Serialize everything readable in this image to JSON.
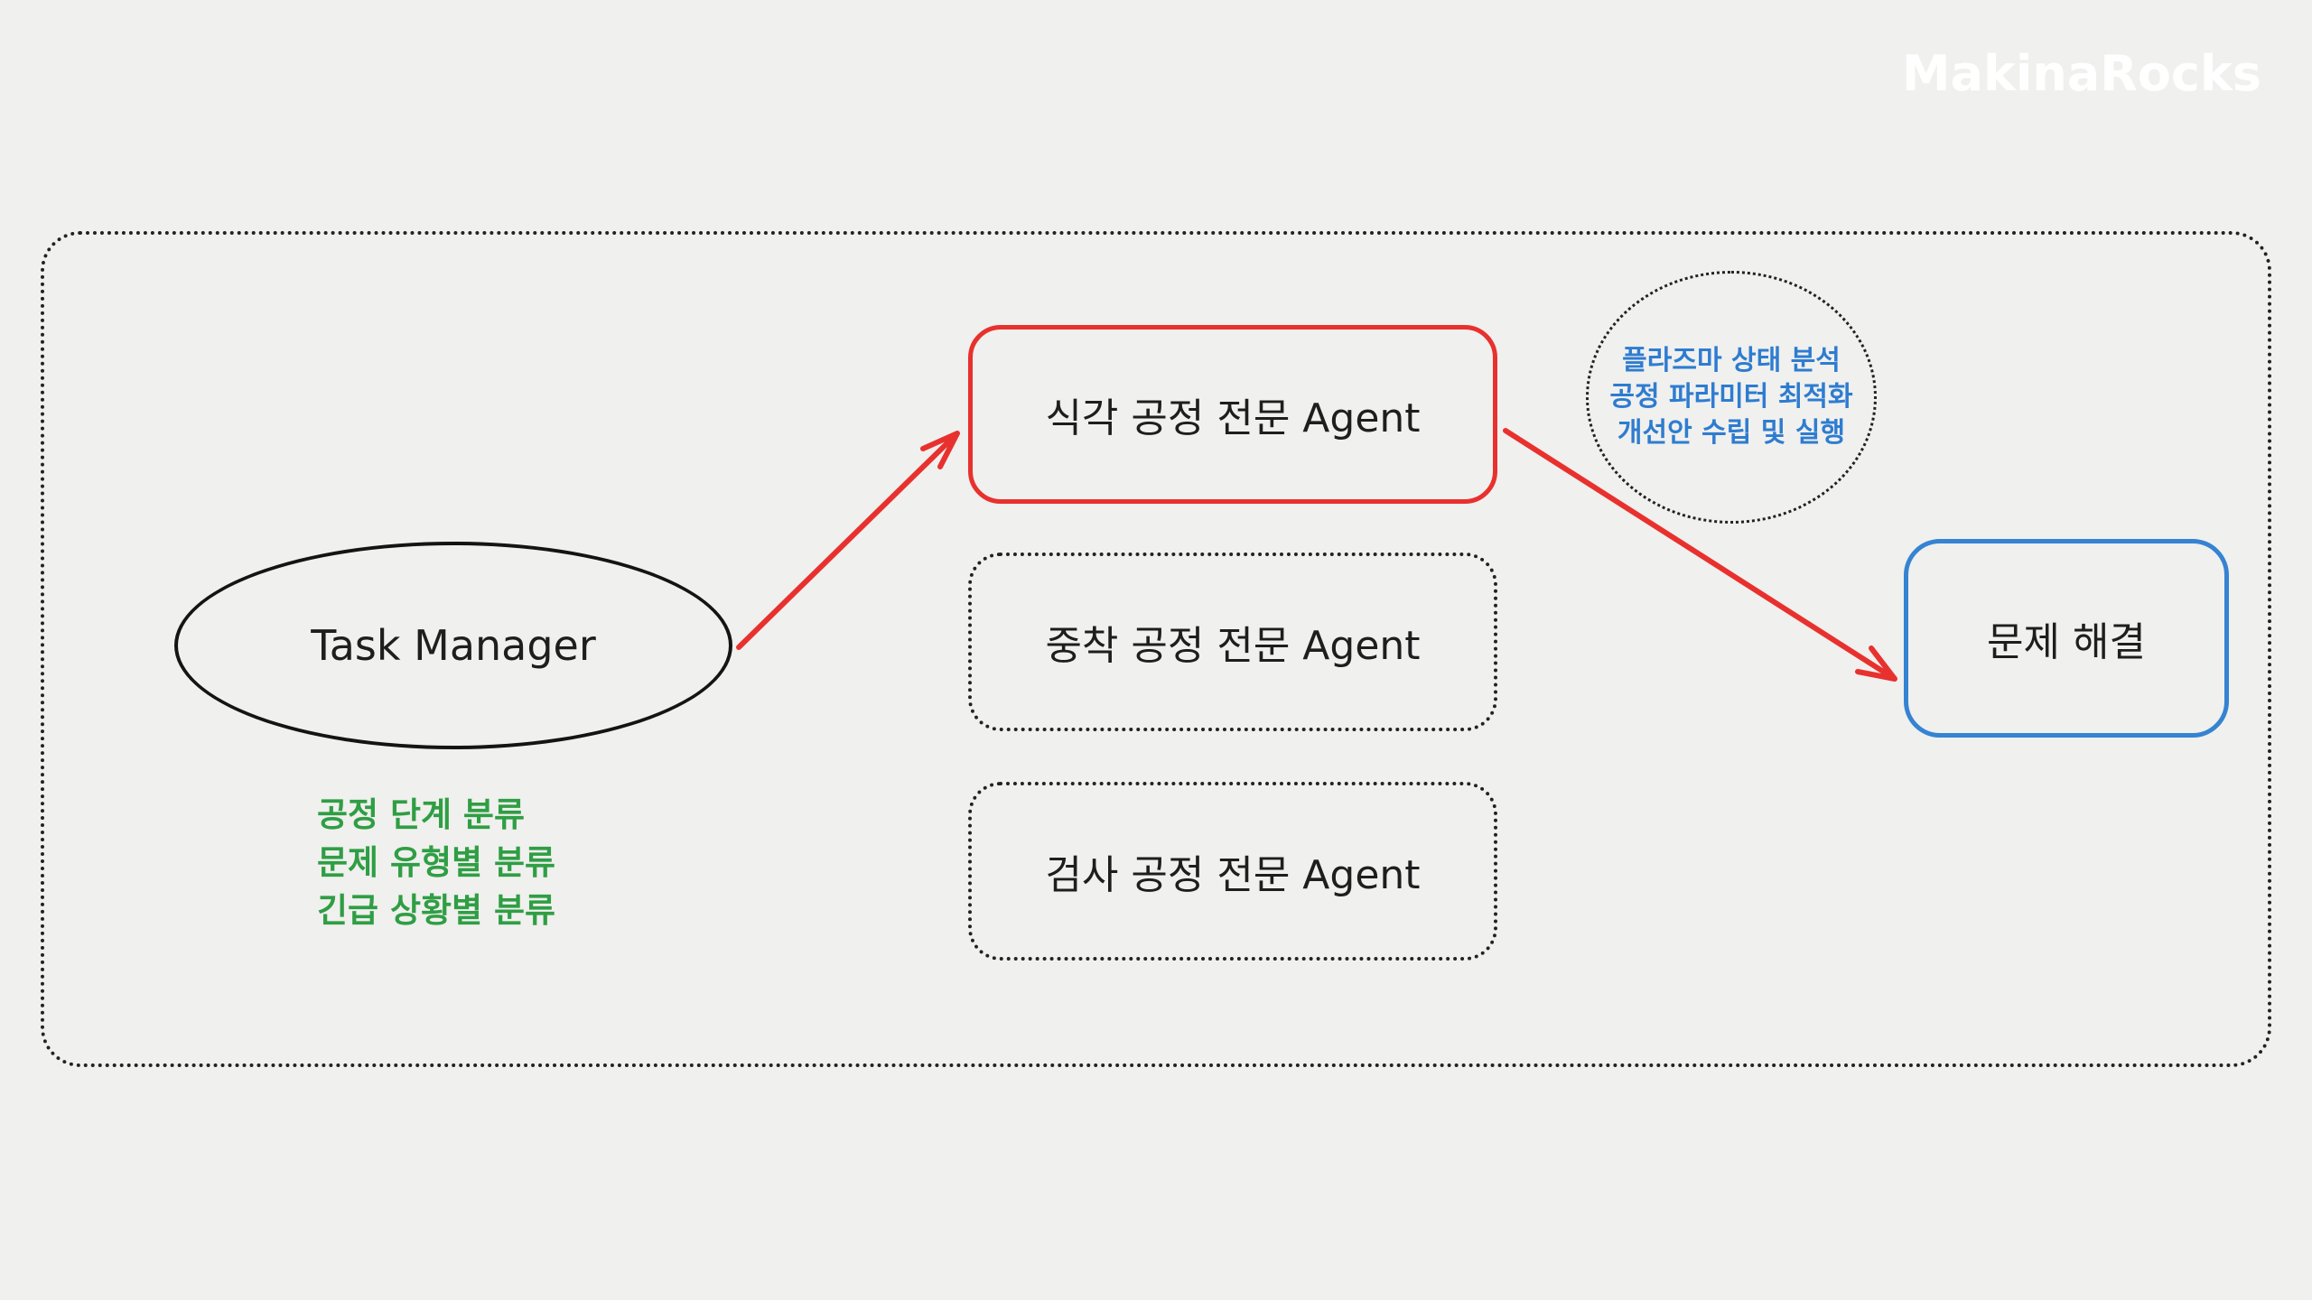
{
  "logo": {
    "text": "MakinaRocks"
  },
  "diagram": {
    "task_manager": {
      "label": "Task Manager"
    },
    "classification_notes": {
      "lines": [
        "공정 단계 분류",
        "문제 유형별 분류",
        "긴급 상황별 분류"
      ]
    },
    "agents": [
      {
        "label": "식각 공정 전문 Agent",
        "style": "selected-red"
      },
      {
        "label": "중착 공정 전문 Agent",
        "style": "dashed"
      },
      {
        "label": "검사 공정 전문 Agent",
        "style": "dashed"
      }
    ],
    "capability_note": {
      "lines": [
        "플라즈마 상태 분석",
        "공정 파라미터 최적화",
        "개선안 수립 및 실행"
      ]
    },
    "result": {
      "label": "문제 해결"
    },
    "flow": [
      "Task Manager → 식각 공정 전문 Agent",
      "식각 공정 전문 Agent → 문제 해결"
    ]
  },
  "colors": {
    "background": "#f0f0ee",
    "ink": "#1e1e1e",
    "arrow_red": "#e8312e",
    "box_red": "#e8312e",
    "box_blue": "#3583d2",
    "note_blue": "#2e7cd0",
    "note_green": "#2f9e44",
    "logo_white": "#ffffff"
  }
}
